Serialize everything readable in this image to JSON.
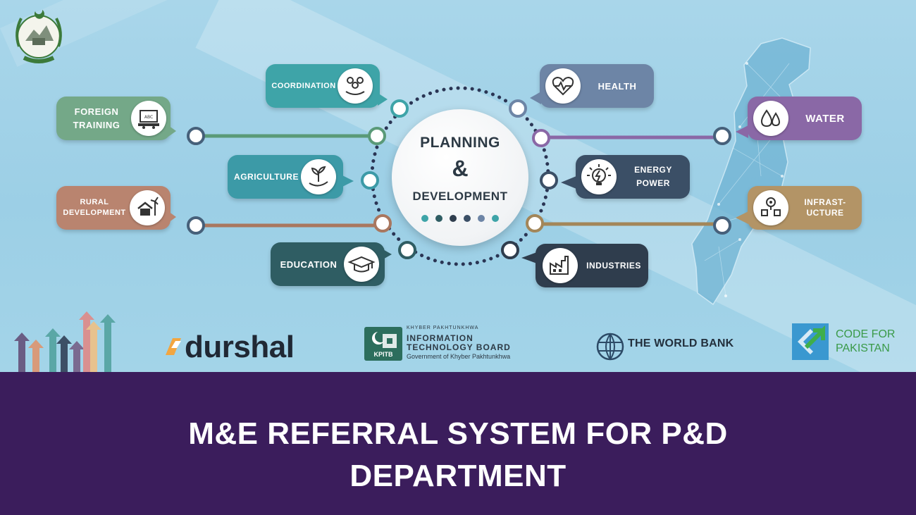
{
  "diagram": {
    "center": {
      "line1": "PLANNING",
      "line2": "&",
      "line3": "DEVELOPMENT"
    },
    "sectors": [
      {
        "id": "foreign-training",
        "label": "FOREIGN\nTRAINING",
        "icon": "training-icon",
        "color": "#74a888"
      },
      {
        "id": "coordination",
        "label": "COORDINATION",
        "icon": "coordination-icon",
        "color": "#3ea4a8"
      },
      {
        "id": "agriculture",
        "label": "AGRICULTURE",
        "icon": "plant-icon",
        "color": "#3c9aa7"
      },
      {
        "id": "rural-development",
        "label": "RURAL\nDEVELOPMENT",
        "icon": "rural-house-icon",
        "color": "#b9846f"
      },
      {
        "id": "education",
        "label": "EDUCATION",
        "icon": "graduation-cap-icon",
        "color": "#2f5d63"
      },
      {
        "id": "health",
        "label": "HEALTH",
        "icon": "heart-icon",
        "color": "#6d85a6"
      },
      {
        "id": "energy-power",
        "label": "ENERGY\nPOWER",
        "icon": "energy-bulb-icon",
        "color": "#3b4f66"
      },
      {
        "id": "industries",
        "label": "INDUSTRIES",
        "icon": "factory-icon",
        "color": "#2f3d4d"
      },
      {
        "id": "water",
        "label": "WATER",
        "icon": "water-drop-icon",
        "color": "#8a68a6"
      },
      {
        "id": "infrastructure",
        "label": "INFRAST-\nUCTURE",
        "icon": "infrastructure-icon",
        "color": "#b39466"
      }
    ]
  },
  "partners": {
    "durshal": "durshal",
    "kpitb_small": "KHYBER PAKHTUNKHWA",
    "kpitb_line1": "INFORMATION",
    "kpitb_line2": "TECHNOLOGY BOARD",
    "kpitb_line3": "Government of Khyber Pakhtunkhwa",
    "kpitb_badge": "KPITB",
    "world_bank": "THE WORLD BANK",
    "cfp_line1": "CODE FOR",
    "cfp_line2": "PAKISTAN"
  },
  "banner": {
    "title": "M&E REFERRAL SYSTEM FOR P&D DEPARTMENT"
  },
  "colors": {
    "banner": "#3b1d5c",
    "background": "#a3d4e8"
  }
}
